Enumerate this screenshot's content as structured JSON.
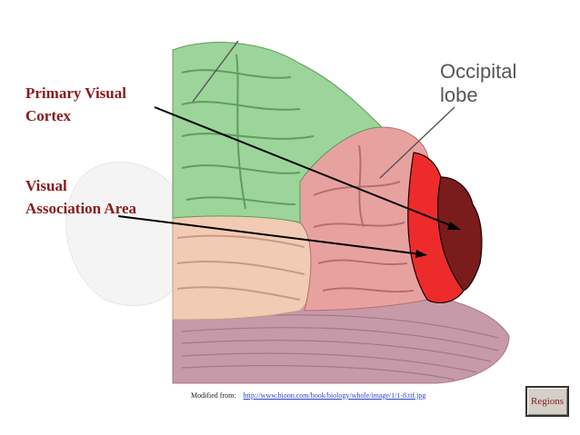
{
  "labels": {
    "primary_visual_cortex": "Primary Visual\nCortex",
    "visual_association_area": "Visual\nAssociation Area",
    "occipital_lobe": "Occipital\nlobe"
  },
  "credit": {
    "prefix": "Modified from:",
    "link_text": "http://www.bioon.com/book/biology/whole/image/1/1-8.tif.jpg"
  },
  "regions_button": {
    "label": "Regions"
  },
  "colors": {
    "label_red": "#8b1a1a",
    "frontal_green": "#9cd49a",
    "temporal_peach": "#f1cbb3",
    "parietal_pink": "#e7a2a0",
    "association_red": "#ee2b2b",
    "primary_dark": "#7a1c1c",
    "cerebellum": "#c69aa8"
  }
}
